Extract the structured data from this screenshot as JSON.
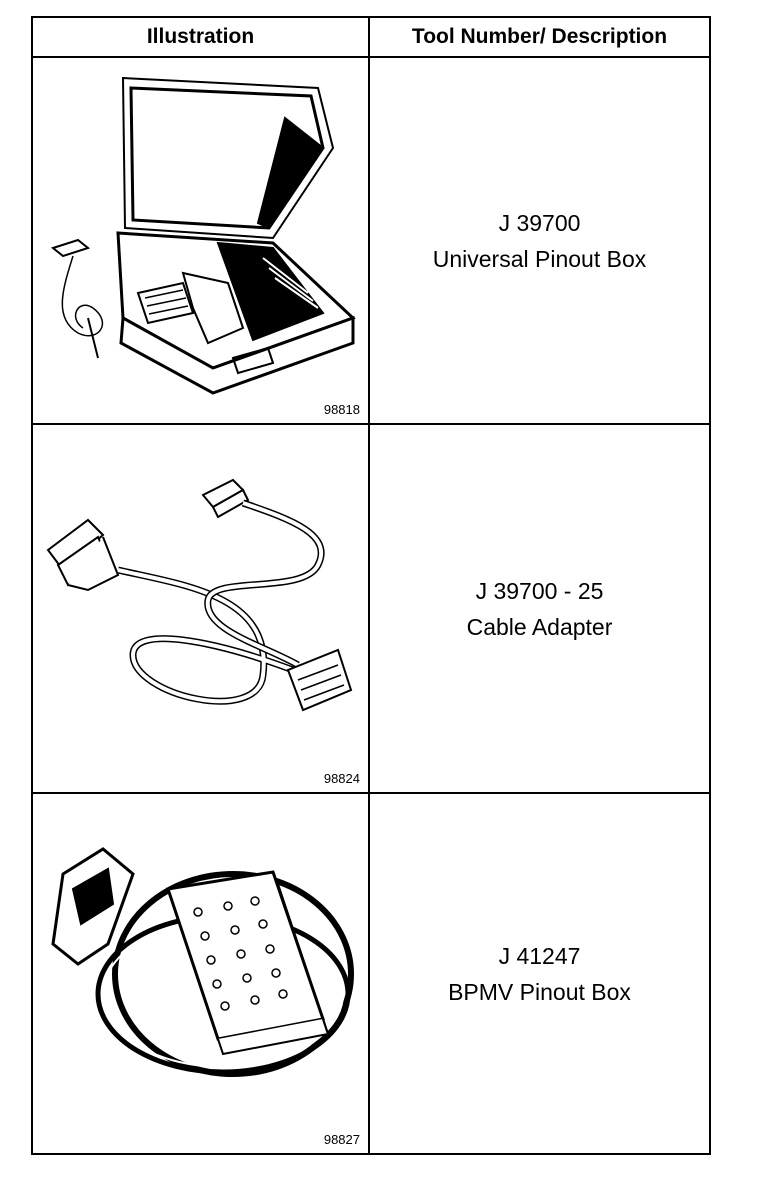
{
  "table": {
    "headers": [
      "Illustration",
      "Tool Number/ Description"
    ],
    "rows": [
      {
        "figure": "98818",
        "tool_number": "J 39700",
        "description": "Universal Pinout Box"
      },
      {
        "figure": "98824",
        "tool_number": "J 39700 - 25",
        "description": "Cable Adapter"
      },
      {
        "figure": "98827",
        "tool_number": "J 41247",
        "description": "BPMV Pinout Box"
      }
    ]
  },
  "icons": [
    "pinout-box-case-illustration",
    "cable-adapter-illustration",
    "bpmv-pinout-box-illustration"
  ]
}
